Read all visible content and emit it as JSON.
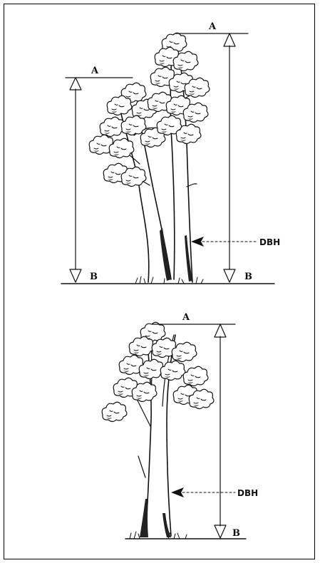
{
  "figure_1": {
    "tree_1": {
      "top_label": "A",
      "bottom_label": "B"
    },
    "tree_2": {
      "top_label": "A",
      "bottom_label": "B"
    },
    "dbh_label": "DBH"
  },
  "figure_2": {
    "top_label": "A",
    "bottom_label": "B",
    "dbh_label": "DBH"
  },
  "colors": {
    "ink": "#111111",
    "background": "#ffffff",
    "frame": "#000000"
  }
}
